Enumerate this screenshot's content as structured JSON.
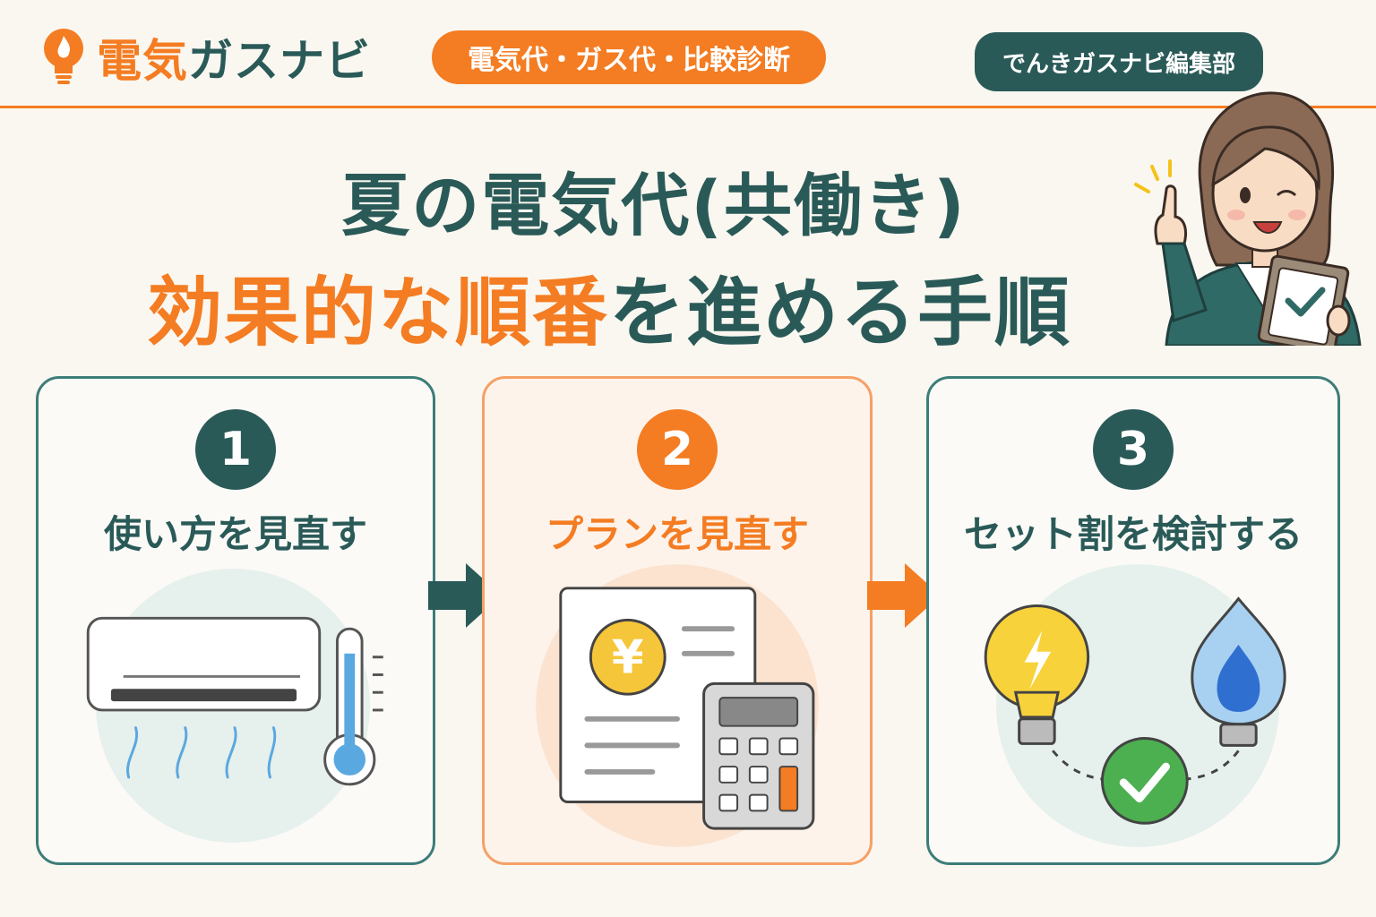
{
  "header": {
    "logo_part1": "電気",
    "logo_part2": "ガスナビ",
    "tag": "電気代・ガス代・比較診断",
    "editor": "でんきガスナビ編集部"
  },
  "title": {
    "line1": "夏の電気代(共働き)",
    "line2_highlight": "効果的な順番",
    "line2_rest": "を進める手順"
  },
  "steps": [
    {
      "number": "1",
      "label": "使い方を見直す"
    },
    {
      "number": "2",
      "label": "プランを見直す"
    },
    {
      "number": "3",
      "label": "セット割を検討する"
    }
  ],
  "illustration": {
    "yen_symbol": "¥"
  },
  "colors": {
    "orange": "#f47c22",
    "teal": "#2a5a58",
    "background": "#faf7f0"
  }
}
